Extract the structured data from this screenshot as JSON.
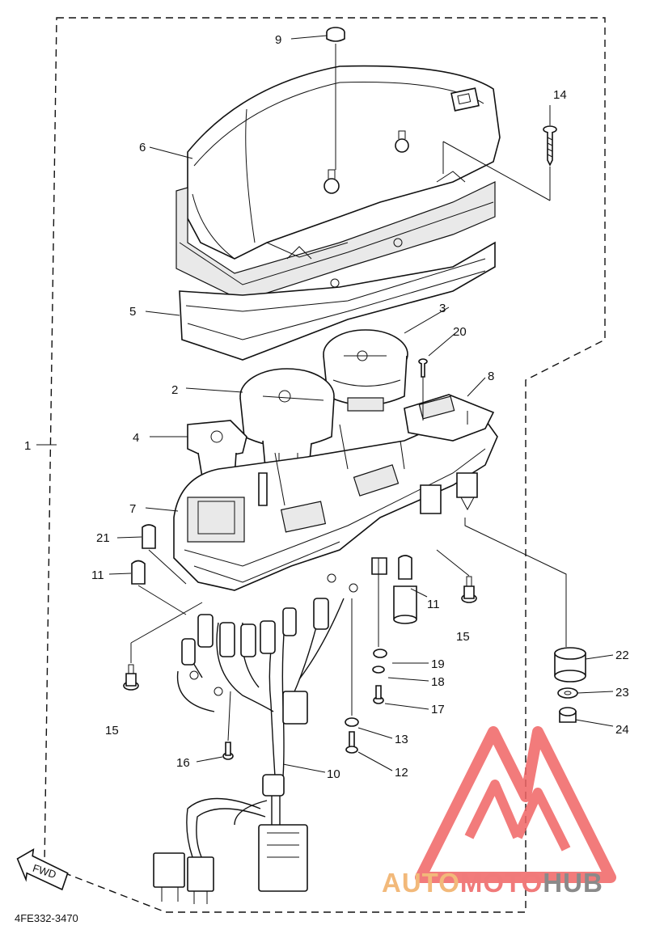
{
  "diagram": {
    "code": "4FE332-3470",
    "fwd_label": "FWD",
    "callouts": [
      {
        "id": "c1",
        "label": "1"
      },
      {
        "id": "c2",
        "label": "2"
      },
      {
        "id": "c3",
        "label": "3"
      },
      {
        "id": "c4",
        "label": "4"
      },
      {
        "id": "c5",
        "label": "5"
      },
      {
        "id": "c6",
        "label": "6"
      },
      {
        "id": "c7",
        "label": "7"
      },
      {
        "id": "c8",
        "label": "8"
      },
      {
        "id": "c9",
        "label": "9"
      },
      {
        "id": "c10",
        "label": "10"
      },
      {
        "id": "c11a",
        "label": "11"
      },
      {
        "id": "c11b",
        "label": "11"
      },
      {
        "id": "c12",
        "label": "12"
      },
      {
        "id": "c13",
        "label": "13"
      },
      {
        "id": "c14",
        "label": "14"
      },
      {
        "id": "c15a",
        "label": "15"
      },
      {
        "id": "c15b",
        "label": "15"
      },
      {
        "id": "c16",
        "label": "16"
      },
      {
        "id": "c17",
        "label": "17"
      },
      {
        "id": "c18",
        "label": "18"
      },
      {
        "id": "c19",
        "label": "19"
      },
      {
        "id": "c20",
        "label": "20"
      },
      {
        "id": "c21",
        "label": "21"
      },
      {
        "id": "c22",
        "label": "22"
      },
      {
        "id": "c23",
        "label": "23"
      },
      {
        "id": "c24",
        "label": "24"
      }
    ]
  },
  "watermark": {
    "part1": "AUTO",
    "part2": "MOTO",
    "part3": "HUB",
    "color1": "#f2b97a",
    "color2": "#f07a7a",
    "color3": "#8a8a8a",
    "logo_color": "#f06464"
  }
}
